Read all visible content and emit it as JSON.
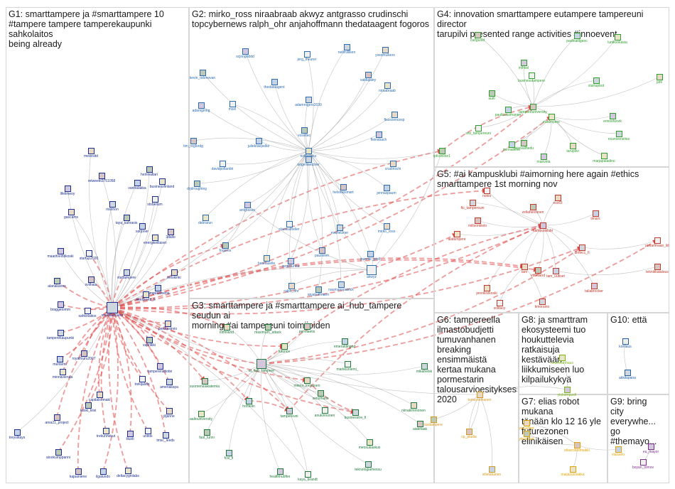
{
  "colors": {
    "G1": "#1b2f8e",
    "G2": "#2b6cb0",
    "G3": "#1f7a3a",
    "G4": "#2f9e2f",
    "G5": "#c0392b",
    "G6": "#d49a1e",
    "G7": "#e0a300",
    "G8": "#7cb518",
    "G9": "#7a2d8c",
    "G10": "#1e5fa8",
    "edge": "#9a9a9a",
    "edge_strong": "#e04848"
  },
  "groups": [
    {
      "id": "G1",
      "title": "G1: smarttampere ja #smarttampere 10\n#tampere tampere tamperekaupunki sahkolaitos\nbeing already"
    },
    {
      "id": "G2",
      "title": "G2: mirko_ross niraabraab akwyz antgrasso crudinschi\ntopcybernews ralph_ohr anjahoffmann thedataagent fogoros"
    },
    {
      "id": "G4",
      "title": "G4: innovation smarttampere eutampere tampereuni director\ntarupilvi presented range activities #innoevent"
    },
    {
      "id": "G5",
      "title": "G5: #ai kampusklubi #aimorning here again #ethics\nsmarttampere 1st morning nov"
    },
    {
      "id": "G3",
      "title": "G3: smarttampere ja #smarttampere ai_hub_tampere seudun ai\nmorning #ai tampereuni toimijoiden"
    },
    {
      "id": "G6",
      "title": "G6: tampereella\nilmastobudjetti\ntumuvanhanen\nbreaking ensimmäistä\nkertaa mukana\npormestarin\ntalousarvioesityksessä\n2020"
    },
    {
      "id": "G8",
      "title": "G8: ja smarttram\nekosysteemi tuo\nhoukuttelevia ratkaisuja\nkestävään liikkumiseen luo\nkilpailukykyä"
    },
    {
      "id": "G10",
      "title": "G10: että"
    },
    {
      "id": "G7",
      "title": "G7: elias robot mukana\ntänään klo 12 16 yle\nfuturezonen elinikäisen"
    },
    {
      "id": "G9",
      "title": "G9: bring\ncity\neverywhe...\ngo\n#themayo..."
    }
  ],
  "nodes": [
    {
      "id": "smarttampere",
      "label": "smarttampere",
      "group": "G1",
      "size": 16
    },
    {
      "id": "mevesitd",
      "label": "mevesitd",
      "group": "G1"
    },
    {
      "id": "heinivaltari",
      "label": "heinivaltari",
      "group": "G1"
    },
    {
      "id": "retweetit",
      "label": "retweetit3751058",
      "group": "G1"
    },
    {
      "id": "vanhalakka",
      "label": "vanhalakka",
      "group": "G1"
    },
    {
      "id": "businessfinland",
      "label": "businessfinland",
      "group": "G1"
    },
    {
      "id": "lifelimeoy",
      "label": "lifelimeoy",
      "group": "G1"
    },
    {
      "id": "stobelium",
      "label": "stobelium",
      "group": "G1"
    },
    {
      "id": "risiohon",
      "label": "risiohon",
      "group": "G1"
    },
    {
      "id": "gascams",
      "label": "gascams",
      "group": "G1"
    },
    {
      "id": "taya_sahrasis",
      "label": "taya_sahrasis",
      "group": "G1"
    },
    {
      "id": "3dalio",
      "label": "3dalio",
      "group": "G1"
    },
    {
      "id": "sorjoner",
      "label": "sorjoner",
      "group": "G1"
    },
    {
      "id": "energiavillaset",
      "label": "energiavillaset",
      "group": "G1"
    },
    {
      "id": "maaritv",
      "label": "maaritveintikoski",
      "group": "G1"
    },
    {
      "id": "startup2020",
      "label": "startup2020",
      "group": "G1"
    },
    {
      "id": "vtattampere",
      "label": "vtattampere",
      "group": "G1"
    },
    {
      "id": "helskinki",
      "label": "helskinki",
      "group": "G1"
    },
    {
      "id": "alanakarins",
      "label": "alanakarins",
      "group": "G1"
    },
    {
      "id": "svilhala",
      "label": "svilhala",
      "group": "G1"
    },
    {
      "id": "kampusareena",
      "label": "kampusareena",
      "group": "G1"
    },
    {
      "id": "tietotkortti",
      "label": "tietotkortti_fi",
      "group": "G1"
    },
    {
      "id": "braggetomm",
      "label": "braggetomm",
      "group": "G1"
    },
    {
      "id": "sahkolaitos",
      "label": "sahkolaitos",
      "group": "G1"
    },
    {
      "id": "tamperekaupunki",
      "label": "tamperekaupunki",
      "group": "G1"
    },
    {
      "id": "peikkastrvio",
      "label": "peikkastrvio",
      "group": "G1"
    },
    {
      "id": "vapriikki",
      "label": "vapriikki",
      "group": "G1"
    },
    {
      "id": "royalfours",
      "label": "royalfours2007",
      "group": "G1"
    },
    {
      "id": "menteml",
      "label": "menteml",
      "group": "G1"
    },
    {
      "id": "minnavieruia",
      "label": "minnavieruia",
      "group": "G1"
    },
    {
      "id": "tampereraitiotie",
      "label": "tampereraitiotie",
      "group": "G1"
    },
    {
      "id": "trekijalsto",
      "label": "trekijalsto",
      "group": "G1"
    },
    {
      "id": "ameriakaya",
      "label": "ameriakaya",
      "group": "G1"
    },
    {
      "id": "capitalsomaki",
      "label": "capitalsomaki",
      "group": "G1"
    },
    {
      "id": "koski_kiisi",
      "label": "koski_kiisi",
      "group": "G1"
    },
    {
      "id": "area21_project",
      "label": "area21_project",
      "group": "G1"
    },
    {
      "id": "treyolitays",
      "label": "treyolitays",
      "group": "G1"
    },
    {
      "id": "trekunnekut",
      "label": "trekunnekut",
      "group": "G1"
    },
    {
      "id": "liiusti",
      "label": "liiusti",
      "group": "G1"
    },
    {
      "id": "unitok",
      "label": "unitok",
      "group": "G1"
    },
    {
      "id": "tmsc_leeds",
      "label": "tmsc_leeds",
      "group": "G1"
    },
    {
      "id": "jiljanne",
      "label": "jiljanne",
      "group": "G1"
    },
    {
      "id": "aiookumpanni",
      "label": "aiookumppanni",
      "group": "G1"
    },
    {
      "id": "kajaaniene",
      "label": "kajaaniene",
      "group": "G1"
    },
    {
      "id": "ilgaluodo",
      "label": "ilgaluodo",
      "group": "G1"
    },
    {
      "id": "deltacygnilabs",
      "label": "deltacygnilabs",
      "group": "G1"
    },
    {
      "id": "scjnngriddd",
      "label": "scjnngriddd",
      "group": "G2"
    },
    {
      "id": "jerg_theurer",
      "label": "jerg_theurer",
      "group": "G2"
    },
    {
      "id": "neilmilliken",
      "label": "neilmilliken",
      "group": "G2"
    },
    {
      "id": "yvesmulkers",
      "label": "yvesmulkers",
      "group": "G2"
    },
    {
      "id": "kevin_odonovan",
      "label": "kevin_odonovan",
      "group": "G2"
    },
    {
      "id": "valdajaley",
      "label": "valdajaley",
      "group": "G2"
    },
    {
      "id": "thedataagent",
      "label": "thedataagent",
      "group": "G2"
    },
    {
      "id": "niraabraab",
      "label": "niraabraab",
      "group": "G2"
    },
    {
      "id": "adamgiring",
      "label": "adamgiring",
      "group": "G2"
    },
    {
      "id": "msel",
      "label": "msel",
      "group": "G2"
    },
    {
      "id": "adamrogers2030",
      "label": "adamrogers2030",
      "group": "G2"
    },
    {
      "id": "fkusciencesp",
      "label": "fkusciencesp",
      "group": "G2"
    },
    {
      "id": "vosvitec",
      "label": "vosvitec",
      "group": "G2"
    },
    {
      "id": "tim_reglordg",
      "label": "tim_reglordg",
      "group": "G2"
    },
    {
      "id": "juliekraepelke",
      "label": "juliekraepelke",
      "group": "G2"
    },
    {
      "id": "nollbrooks",
      "label": "nollbrooks",
      "group": "G2"
    },
    {
      "id": "fleinsbach",
      "label": "fleinsbach",
      "group": "G2"
    },
    {
      "id": "davidpollard",
      "label": "davidpollardiri",
      "group": "G2"
    },
    {
      "id": "angelliaetzner",
      "label": "angelliaetzner",
      "group": "G2"
    },
    {
      "id": "crudinschi",
      "label": "crudinschi",
      "group": "G2"
    },
    {
      "id": "drjdroughieg",
      "label": "drjdroughieg",
      "group": "G2"
    },
    {
      "id": "helsinkismart",
      "label": "helsinkismart",
      "group": "G2"
    },
    {
      "id": "jennaspaum",
      "label": "jennaspaum",
      "group": "G2"
    },
    {
      "id": "debrarun",
      "label": "debrarun",
      "group": "G2"
    },
    {
      "id": "antgrasso",
      "label": "antgrasso",
      "group": "G2"
    },
    {
      "id": "clarissahelier",
      "label": "clarissahelier",
      "group": "G2"
    },
    {
      "id": "evahelzner",
      "label": "evahelzner",
      "group": "G2"
    },
    {
      "id": "mirko_ross",
      "label": "mirko_ross",
      "group": "G2"
    },
    {
      "id": "fogoros",
      "label": "fogoros",
      "group": "G2"
    },
    {
      "id": "pauliinen",
      "label": "pauliinen",
      "group": "G2"
    },
    {
      "id": "jeannie_prell",
      "label": "jeannie_prell",
      "group": "G2"
    },
    {
      "id": "hannaselle",
      "label": "hannaselle",
      "group": "G2"
    },
    {
      "id": "jorgecunha",
      "label": "jorgecunha",
      "group": "G2"
    },
    {
      "id": "akwyz",
      "label": "akwyz",
      "group": "G2",
      "size": 14
    },
    {
      "id": "naumannpatrick",
      "label": "naumannpatrick",
      "group": "G2"
    },
    {
      "id": "ralph_ohr",
      "label": "ralph_ohr",
      "group": "G2"
    },
    {
      "id": "anjahoffmann",
      "label": "anjahoffmann",
      "group": "G2"
    },
    {
      "id": "carlguold",
      "label": "carlguold",
      "group": "G4"
    },
    {
      "id": "padinatilganc",
      "label": "padinatilganc",
      "group": "G4"
    },
    {
      "id": "lunikookasia",
      "label": "lunikookasia",
      "group": "G4"
    },
    {
      "id": "mihkel",
      "label": "mihkel",
      "group": "G4"
    },
    {
      "id": "businesstampere",
      "label": "businesstampere",
      "group": "G4"
    },
    {
      "id": "startupbot",
      "label": "startupbot",
      "group": "G4"
    },
    {
      "id": "jark",
      "label": "jark",
      "group": "G4"
    },
    {
      "id": "auiti",
      "label": "auiti",
      "group": "G4"
    },
    {
      "id": "tampereuniversity",
      "label": "tampereuniversity",
      "group": "G4"
    },
    {
      "id": "paulikuusmanen",
      "label": "paulikuusmanen",
      "group": "G4"
    },
    {
      "id": "eutampere",
      "label": "eutampere",
      "group": "G4"
    },
    {
      "id": "erinnetwork",
      "label": "erinnetwork",
      "group": "G4"
    },
    {
      "id": "sns_tampereuni",
      "label": "sns_tampereuni",
      "group": "G4"
    },
    {
      "id": "ecuniversities",
      "label": "ecuniversities",
      "group": "G4"
    },
    {
      "id": "tarupilvi",
      "label": "tarupilvi",
      "group": "G4"
    },
    {
      "id": "ipfconline",
      "label": "ipfconline1",
      "group": "G4"
    },
    {
      "id": "reijovallhedu",
      "label": "reijovallhedu",
      "group": "G4"
    },
    {
      "id": "minnaleino",
      "label": "minnaleino",
      "group": "G4"
    },
    {
      "id": "marjapaladino",
      "label": "marjapaladino",
      "group": "G4"
    },
    {
      "id": "manvela",
      "label": "manvela",
      "group": "G4"
    },
    {
      "id": "nokia",
      "label": "nokia",
      "group": "G5"
    },
    {
      "id": "ftc_tampereuni",
      "label": "ftc_tampereuni",
      "group": "G5"
    },
    {
      "id": "evoOl",
      "label": "evoOl",
      "group": "G5"
    },
    {
      "id": "zellahenninen",
      "label": "zellahenninen",
      "group": "G5"
    },
    {
      "id": "miltsonkielo",
      "label": "miltsonkielo",
      "group": "G5"
    },
    {
      "id": "tiinars",
      "label": "tiinars",
      "group": "G5"
    },
    {
      "id": "aiatampere",
      "label": "aiatampere",
      "group": "G5"
    },
    {
      "id": "kampusklubi",
      "label": "kampusklubi",
      "group": "G5"
    },
    {
      "id": "pirkanmaan_liit",
      "label": "pirkanmaan_liit",
      "group": "G5"
    },
    {
      "id": "dimecc_fi",
      "label": "dimecc_fi",
      "group": "G5"
    },
    {
      "id": "tam",
      "label": "tam",
      "group": "G5"
    },
    {
      "id": "vttfinland",
      "label": "vttfinland",
      "group": "G5"
    },
    {
      "id": "teknikkatalous",
      "label": "teknikkatalous",
      "group": "G5"
    },
    {
      "id": "tam_uutiset",
      "label": "tam_uutiset",
      "group": "G5"
    },
    {
      "id": "jennikivikoski",
      "label": "jennikivikoski",
      "group": "G5"
    },
    {
      "id": "taliabrocker",
      "label": "taliabrocker",
      "group": "G5"
    },
    {
      "id": "solitacy",
      "label": "solitacy",
      "group": "G5"
    },
    {
      "id": "timoraino",
      "label": "timoraino",
      "group": "G5"
    },
    {
      "id": "lotfinland",
      "label": "lotfinland",
      "group": "G3"
    },
    {
      "id": "maximum_attack",
      "label": "maximum_attack",
      "group": "G3"
    },
    {
      "id": "pervilaetis",
      "label": "pervilaetis",
      "group": "G3"
    },
    {
      "id": "emeraldingrid",
      "label": "emeraldingrid",
      "group": "G3"
    },
    {
      "id": "futurice",
      "label": "futurice",
      "group": "G3"
    },
    {
      "id": "ai_hub_tampere",
      "label": "ai_hub_tampere",
      "group": "G3",
      "size": 14
    },
    {
      "id": "markkuniemi",
      "label": "markkuniemi_",
      "group": "G3"
    },
    {
      "id": "mikahelsk",
      "label": "mikahelsk",
      "group": "G3"
    },
    {
      "id": "minna_lonnunen",
      "label": "minna_lonnunen",
      "group": "G3"
    },
    {
      "id": "xenomatix",
      "label": "xenomatix",
      "group": "G3"
    },
    {
      "id": "suomenaiakatemia",
      "label": "suomenaiakatemia",
      "group": "G3"
    },
    {
      "id": "hohtelin",
      "label": "hohtelin",
      "group": "G3"
    },
    {
      "id": "aaltouniversity",
      "label": "aaltouniversity",
      "group": "G3"
    },
    {
      "id": "tampereuni",
      "label": "tampereuni",
      "group": "G3"
    },
    {
      "id": "anukinnunen",
      "label": "anukinnunen",
      "group": "G3"
    },
    {
      "id": "businesstre_fi",
      "label": "businesstre_fi",
      "group": "G3"
    },
    {
      "id": "niinakimmonen",
      "label": "niinakimmonen",
      "group": "G3"
    },
    {
      "id": "fast_lunni",
      "label": "fast_lunni",
      "group": "G3"
    },
    {
      "id": "aiatelaak",
      "label": "aiatelaak",
      "group": "G3"
    },
    {
      "id": "fcsi_fi",
      "label": "fcsi_fi",
      "group": "G3"
    },
    {
      "id": "meosukaskus",
      "label": "meosukaskus",
      "group": "G3"
    },
    {
      "id": "healthhubfire",
      "label": "healthhubfire",
      "group": "G3"
    },
    {
      "id": "kaya_brandt",
      "label": "kaya_brandt",
      "group": "G3"
    },
    {
      "id": "teknologiamessu",
      "label": "teknologiamessu",
      "group": "G3"
    },
    {
      "id": "tumuvanhanen",
      "label": "tumuvanhanen",
      "group": "G6"
    },
    {
      "id": "lasitampere",
      "label": "lasitampere",
      "group": "G6"
    },
    {
      "id": "cp_pladia",
      "label": "cp_pladia",
      "group": "G6"
    },
    {
      "id": "villetakanen",
      "label": "villetakanen",
      "group": "G6"
    },
    {
      "id": "neurovanhuus",
      "label": "neurovanhuus",
      "group": "G8"
    },
    {
      "id": "ylokampusfi",
      "label": "ylokampusfi",
      "group": "G8"
    },
    {
      "id": "kortlaus",
      "label": "kortlaus",
      "group": "G10"
    },
    {
      "id": "akkilapana",
      "label": "akkilapana",
      "group": "G10"
    },
    {
      "id": "yieuutiset",
      "label": "yieuutiset",
      "group": "G7"
    },
    {
      "id": "yleuutiset",
      "label": "yleuutiset",
      "group": "G7"
    },
    {
      "id": "eliasrobotmaikki",
      "label": "eliasrobotmaikki",
      "group": "G7"
    },
    {
      "id": "vlasselo",
      "label": "vlasselo",
      "group": "G7"
    },
    {
      "id": "maijasuosakka",
      "label": "maijasuosakka",
      "group": "G7"
    },
    {
      "id": "eu_mayor",
      "label": "eu_mayor",
      "group": "G9"
    },
    {
      "id": "boyan_tomov",
      "label": "boyan_tomov",
      "group": "G9"
    }
  ]
}
